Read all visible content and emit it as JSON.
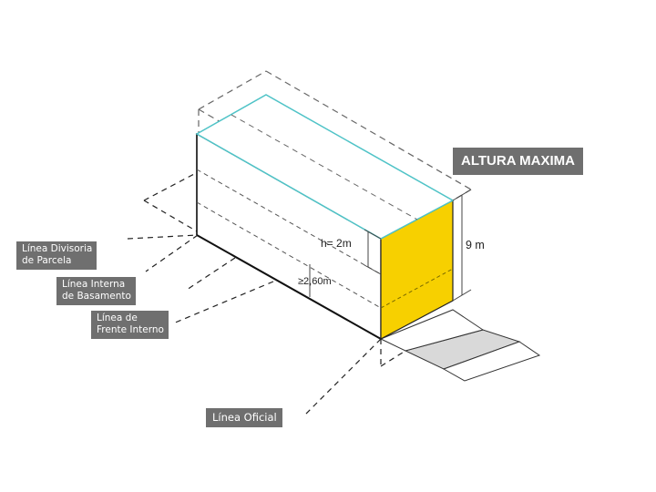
{
  "labels": {
    "altura_maxima": "ALTURA MAXIMA",
    "linea_divisoria": [
      "Línea Divisoria",
      "de Parcela"
    ],
    "linea_basamento": [
      "Línea Interna",
      "de Basamento"
    ],
    "linea_frente": [
      "Línea de",
      "Frente Interno"
    ],
    "linea_oficial": "Línea Oficial"
  },
  "dimensions": {
    "height_upper": "h= 2m",
    "height_total": "9 m",
    "height_base": "≥2,60m"
  },
  "colors": {
    "label_bg": "#6f6f6f",
    "highlight": "#f7d000",
    "roof_outline": "#4fc3c7",
    "sidewalk": "#d9d9d9"
  }
}
